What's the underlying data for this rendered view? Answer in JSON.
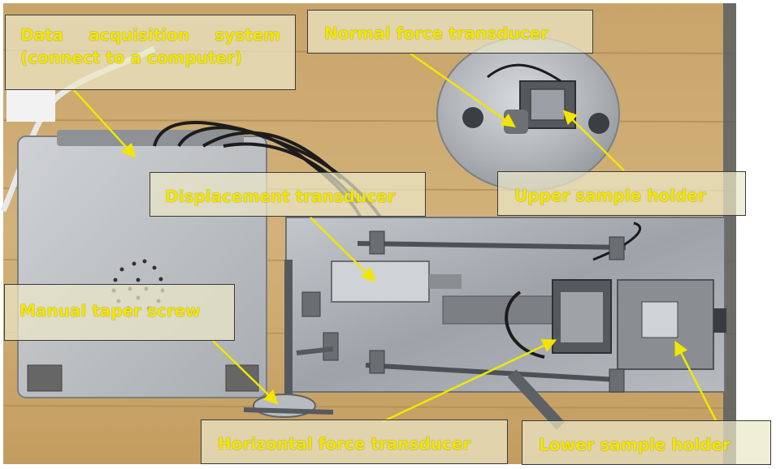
{
  "labels": {
    "daq_line1": "Data acquisition system",
    "daq_line2": "(connect to a computer)",
    "normal_force": "Normal force transducer",
    "upper_holder": "Upper sample holder",
    "displacement": "Displacement transducer",
    "taper_screw": "Manual taper screw",
    "horizontal_force": "Horizontal force transducer",
    "lower_holder": "Lower sample holder"
  },
  "colors": {
    "label_text": "#f2e600",
    "arrow": "#f2e600",
    "wood": "#c9a86a",
    "metal": "#b9bdc2"
  }
}
